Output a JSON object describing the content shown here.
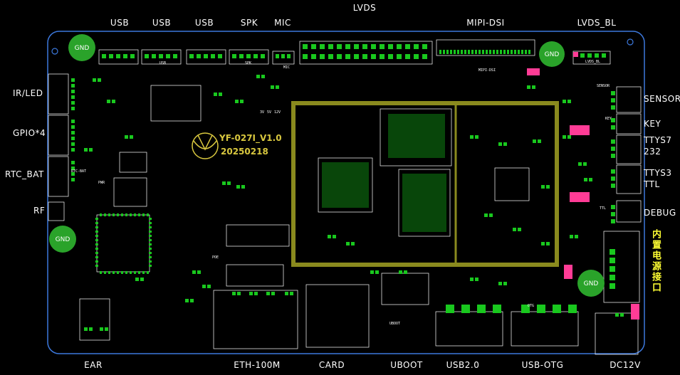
{
  "board": {
    "model": "YF-027I_V1.0",
    "date": "20250218",
    "colors": {
      "background": "#000000",
      "outline": "#3c78dc",
      "pad": "#19c81e",
      "silk": "#ffffff",
      "shield": "#8a8a1e",
      "gnd_pad": "#2aa32a",
      "accent_pink": "#ff3c96",
      "label_yellow": "#ffff33"
    }
  },
  "top_labels": {
    "usb1": "USB",
    "usb2": "USB",
    "usb3": "USB",
    "spk": "SPK",
    "mic": "MIC",
    "lvds": "LVDS",
    "mipi_dsi": "MIPI-DSI",
    "lvds_bl": "LVDS_BL"
  },
  "left_labels": {
    "ir_led": "IR/LED",
    "gpio4": "GPIO*4",
    "rtc_bat": "RTC_BAT",
    "rf": "RF"
  },
  "right_labels": {
    "sensor": "SENSOR",
    "key": "KEY",
    "ttys7": "TTYS7\n232",
    "ttys7_line1": "TTYS7",
    "ttys7_line2": "232",
    "ttys3_line1": "TTYS3",
    "ttys3_line2": "TTL",
    "debug": "DEBUG",
    "battery_port": "内置电源接口"
  },
  "bottom_labels": {
    "ear": "EAR",
    "eth": "ETH-100M",
    "card": "CARD",
    "uboot": "UBOOT",
    "usb20": "USB2.0",
    "usb_otg": "USB-OTG",
    "dc12v": "DC12V"
  },
  "silkscreen": {
    "gnd": "GND",
    "mipi_dsi_small": "MIPI-DSI",
    "lvds_bl_small": "LVDS_BL",
    "spk_small": "SPK",
    "usb_small": "USB",
    "mic_small": "MIC",
    "rtc_bat_small": "RTC-BAT",
    "pwr": "PWR",
    "poe": "POE",
    "uboot_small": "UBOOT",
    "otg": "OTG",
    "sensor_small": "SENSOR",
    "key_small": "KEY",
    "ttl_small": "TTL",
    "v3": "3V",
    "v5": "5V",
    "v12": "12V"
  }
}
